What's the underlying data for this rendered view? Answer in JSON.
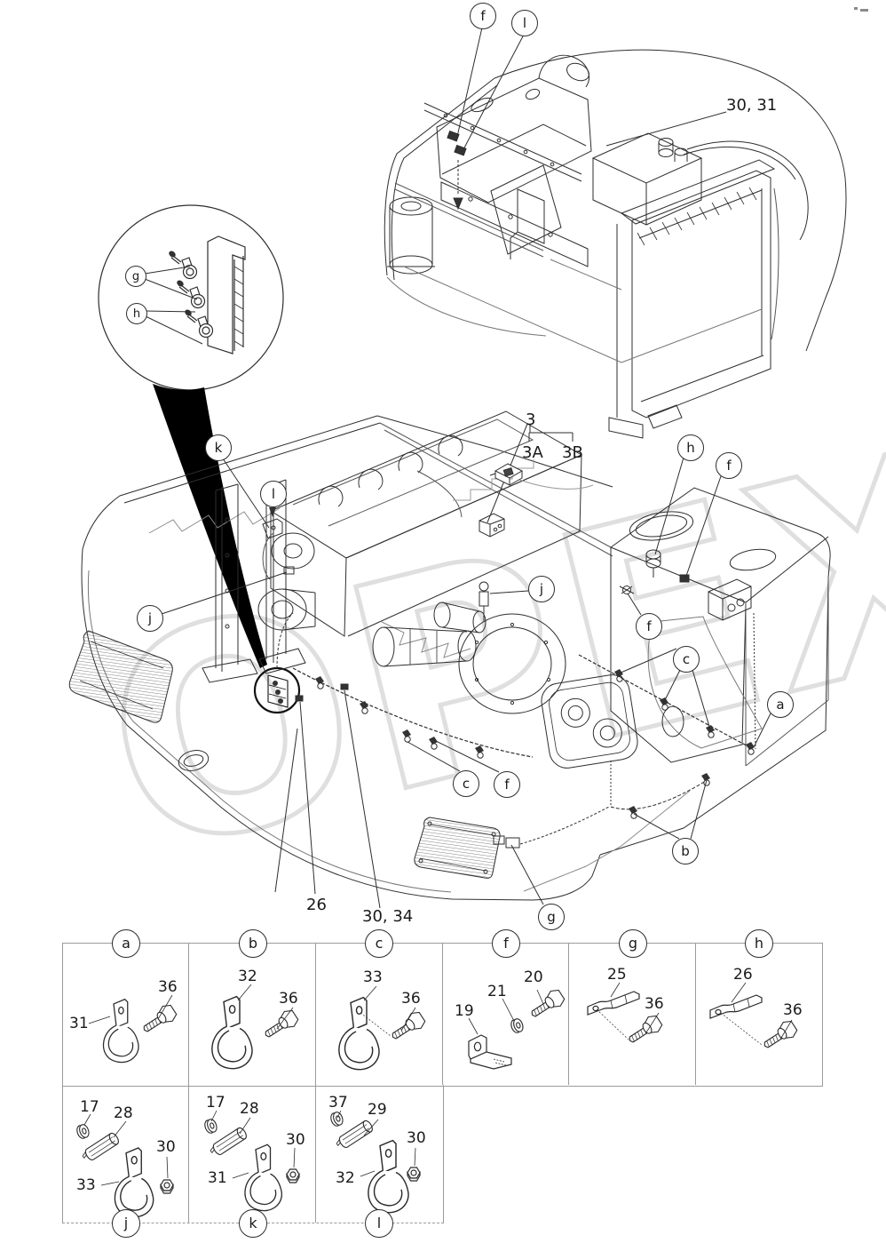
{
  "watermark": "OPEX",
  "callouts": {
    "top": [
      {
        "label": "f"
      },
      {
        "label": "l"
      }
    ],
    "bubble": [
      {
        "label": "g"
      },
      {
        "label": "h"
      }
    ],
    "main": [
      {
        "label": "k"
      },
      {
        "label": "l"
      },
      {
        "label": "j"
      },
      {
        "label": "j"
      },
      {
        "label": "h"
      },
      {
        "label": "f"
      },
      {
        "label": "f"
      },
      {
        "label": "c"
      },
      {
        "label": "a"
      },
      {
        "label": "b"
      },
      {
        "label": "c"
      },
      {
        "label": "f"
      },
      {
        "label": "g"
      }
    ]
  },
  "refs": {
    "top_right": "30, 31",
    "item3": "3",
    "item3a": "3A",
    "item3b": "3B",
    "item26": "26",
    "item30_34": "30, 34"
  },
  "grid": {
    "row1": [
      {
        "letter": "a",
        "nums": [
          "31",
          "36"
        ]
      },
      {
        "letter": "b",
        "nums": [
          "32",
          "36"
        ]
      },
      {
        "letter": "c",
        "nums": [
          "33",
          "36"
        ]
      },
      {
        "letter": "f",
        "nums": [
          "19",
          "21",
          "20"
        ]
      },
      {
        "letter": "g",
        "nums": [
          "25",
          "36"
        ]
      },
      {
        "letter": "h",
        "nums": [
          "26",
          "36"
        ]
      }
    ],
    "row2": [
      {
        "letter": "j",
        "nums": [
          "17",
          "28",
          "30",
          "33"
        ]
      },
      {
        "letter": "k",
        "nums": [
          "17",
          "28",
          "30",
          "31"
        ]
      },
      {
        "letter": "l",
        "nums": [
          "37",
          "29",
          "30",
          "32"
        ]
      }
    ]
  }
}
